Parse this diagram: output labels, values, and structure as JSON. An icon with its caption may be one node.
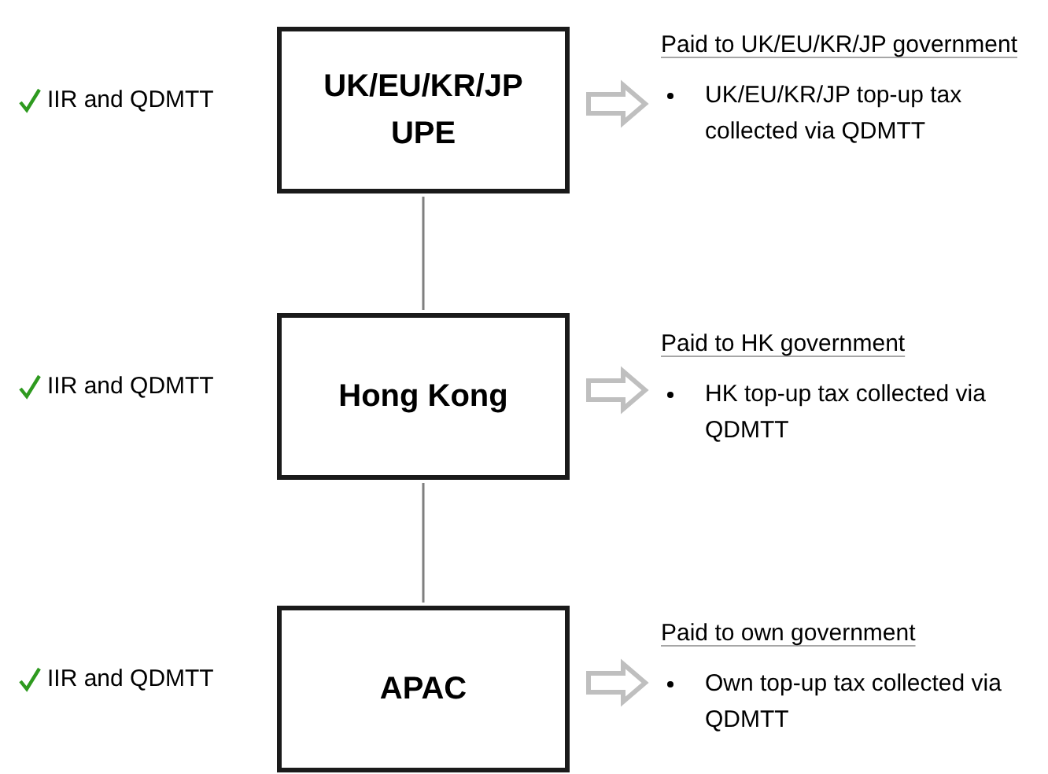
{
  "diagram": {
    "nodes": [
      {
        "text": [
          "UK/EU/KR/JP UPE"
        ],
        "beside": [
          "IIR and QDMTT"
        ]
      },
      {
        "text": [
          "Hong Kong"
        ],
        "beside": [
          "IIR and QDMTT"
        ]
      },
      {
        "text": [
          "APAC"
        ],
        "beside": [
          "IIR and QDMTT"
        ]
      },
      {
        "text": [
          "Paid to UK/EU/KR/JP government",
          "UK/EU/KR/JP top-up tax collected via QDMTT"
        ]
      },
      {
        "text": [
          "Paid to HK government",
          "HK top-up tax collected via QDMTT"
        ]
      },
      {
        "text": [
          "Paid to own government",
          "Own top-up tax collected via QDMTT"
        ]
      }
    ],
    "edges": [
      {
        "from": 0,
        "to": 1,
        "arrow": "none",
        "color": "#7f7f7f"
      },
      {
        "from": 1,
        "to": 2,
        "arrow": "none",
        "color": "#7f7f7f"
      },
      {
        "from": 0,
        "to": 3,
        "arrow": "to",
        "style": "thick"
      },
      {
        "from": 1,
        "to": 4,
        "arrow": "to",
        "style": "thick"
      },
      {
        "from": 2,
        "to": 5,
        "arrow": "to",
        "style": "thick"
      }
    ]
  }
}
